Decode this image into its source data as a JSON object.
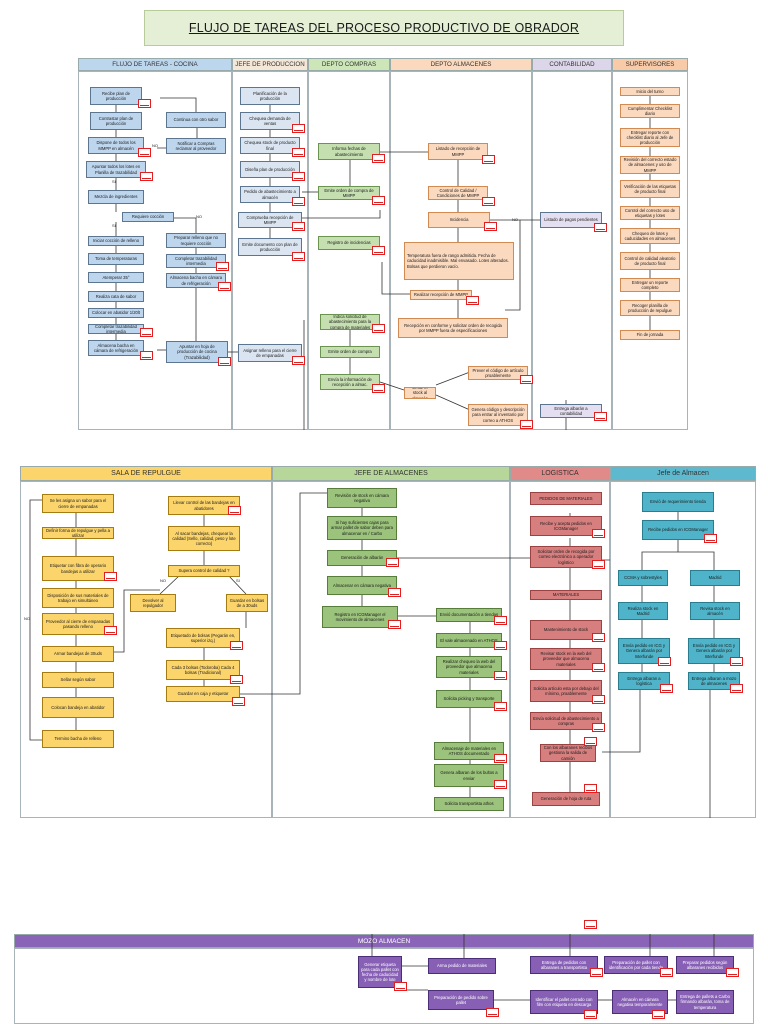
{
  "title": "FLUJO DE TAREAS DEL PROCESO PRODUCTIVO DE OBRADOR",
  "section1": {
    "lanes": [
      "FLUJO DE TAREAS - COCINA",
      "JEFE DE PRODUCCION",
      "DEPTO COMPRAS",
      "DEPTO ALMACENES",
      "CONTABILIDAD",
      "SUPERVISORES"
    ],
    "cocina": [
      "Recibe plan de producción",
      "Contrastar plan de producción",
      "Dispone de todos los MMPP en almacén",
      "Apuntar todos los lotes en Planilla de trazabilidad",
      "Mezcla de ingredientes",
      "Requiere cocción",
      "Iniciar cocción de relleno",
      "Toma de temperaturas",
      "Atemperar 35°",
      "Realiza cata de sabor",
      "Colocar en abatidor 1/20lt",
      "Completar trazabilidad intermedia",
      "Almacena bacha en cámara de refrigeración"
    ],
    "cocina2": [
      "Continua con otro sabor",
      "Notificar a Compras reclamar al proveedor",
      "Preparar relleno que no requiere cocción",
      "Completar trazabilidad intermedia",
      "Almacena bacha en cámara de refrigeración",
      "Apuntar en hoja de producción de cocina (Trazabilidad)"
    ],
    "jefe": [
      "Planificación de la producción",
      "Chequea demanda de ventas",
      "Chequea stock de producto final",
      "Diseña plan de producción",
      "Pedido de abastecimiento a almacén",
      "Comprueba recepción de MMPP",
      "Emite documento con plan de producción",
      "Asignar relleno para el cierre de empanadas"
    ],
    "compras": [
      "Informa fechas de abastecimiento",
      "Emite orden de compra de MMPP",
      "Registro de incidencias",
      "Indica solicitud de abastecimiento para la compra de materiales",
      "Emite orden de compra",
      "Envía la información de recepción a almac."
    ],
    "almacenes": [
      "Listado de recepción de MMPP",
      "Control de Calidad / Condiciones de MMPP",
      "Incidencia",
      "Temperatura fuera de rango admitida. Fecha de caducidad inadmisible. Mal envasado. Lotes alterados. Bolsas que perdieron vacío.",
      "Realizar recepción de MMPP",
      "Recepción en conforme y solicitar orden de recogida por MMPP fuera de especificaciones",
      "Prever el código de artículo proablemente",
      "Emite el stock al almacén",
      "Genera código y descripción para entrar al inventario por correo a ATHOS"
    ],
    "contabilidad": [
      "Listado de pagos pendientes",
      "Entrega albarán a contabilidad"
    ],
    "supervisores": [
      "Inicio del turno",
      "Cumplimentar Checklist diario",
      "Entregar reporte con checklist diario al Jefe de producción",
      "Revisión del correcto estado de almacenes y uso de MMPP",
      "Verificación de las etiquetas de producto final",
      "Control del correcto uso de etiquetas y lotes",
      "Chequeo de lotes y caducidades en almacenes",
      "Control de calidad aleatorio de producto final",
      "Entregar un reporte completo",
      "Recoger planilla de producción de repulgue",
      "Fin de jornada"
    ],
    "labels": [
      "NO",
      "SI",
      "NO",
      "SI",
      "NO"
    ]
  },
  "section2": {
    "lanes": [
      "SALA DE REPULGUE",
      "JEFE DE ALMACENES",
      "LOGISTICA",
      "Jefe de Almacen"
    ],
    "repulgue": [
      "Se les asigna un sabor para el cierre de empanadas",
      "Definir forma de repulgue y pella a utilizar",
      "Etiquetar con fibra de operario bandejas a utilizar",
      "Disposición de sus materiales de trabajo en simultáneo",
      "Proveedor al cierre de empanadas pasando relleno",
      "Armar bandejas de 30uds",
      "Sellar según sabor",
      "Colocan bandeja en abatidor",
      "Termino bacha de relleno"
    ],
    "repulgue2": [
      "Llevar control de las bandejas en abatidores",
      "Al sacar bandejas, chequear la calidad (Sello, calidad, peso y lote correcto)",
      "Supera control de calidad ?",
      "Devolver al repulgador",
      "Guardar en bolsas de a 30uds",
      "Etiquetado de bolsas (Pegarán en, superior izq.)",
      "Cada 3 bolsas (Todoroba) Cada 4 bolsas (Tradicional)",
      "Guardar en caja y etiquetar"
    ],
    "jefealm": [
      "Revisión de stock en cámara negativa",
      "Si hay suficientes cajas para armar pallet de sabor deben para almacenar en / Carbo",
      "Generación de albarán",
      "Almacenar en cámara negativa",
      "Registro en ICGManager el movimiento de almacenes"
    ],
    "jefealm2": [
      "Envió documentación a tiendas",
      "El vale almacenado en ATHOS",
      "Realizar chequeo la web del proveedor que almacena materiales",
      "Solicita picking y transporte",
      "Almacenaje de materiales en ATHOS documentado",
      "Genera albaran de los bultos a enviar",
      "Solicita transportista athos"
    ],
    "logistica": [
      "PEDIDOS DE MATERIALES",
      "Recibe y acepta pedidos en ICGManager",
      "Solicitar orden de recogida por correo electrónico a operador logístico",
      "MATERIALES",
      "Mantenimiento de stock",
      "Revisar stock en la web del proveedor que almacena materiales",
      "Solicita artículo esta por debajo del mínimo, proablemente",
      "Envía solicitud de abastecimiento a compras",
      "Con los albaranes recibos gestiona la salida de camión",
      "Generación de hoja de ruta"
    ],
    "jefealmacen": [
      "Envió de requerimiento tienda",
      "Recibe pedidos en ICGManager",
      "CCMA y sobrestyles",
      "Madrid",
      "Realiza stock en Madrid",
      "Revisa stock en almacén",
      "Envía pedido en ICG y Genera albarán por Interfunde",
      "Envía pedido en ICG y Genera albarán por Interfunde",
      "Entrega albaran a logística",
      "Entrega albaran a mozo de almacenes"
    ],
    "labels": [
      "NO",
      "SI",
      "NO"
    ]
  },
  "section3": {
    "lane": "MOZO ALMACEN",
    "boxes": [
      "Generar etiqueta para cada pallet con fecha de caducidad y nombre de lote",
      "Arma pedido de materiales",
      "Entrega de pedidos con albaranes a transportista",
      "Preparación de pallet con identificación por cada tienda",
      "Preparar pedidos según albaranes recibidos",
      "Preparación de pedido sobre pallet",
      "Identificar el pallet cerrado con film con etiqueta en descarga",
      "Almacén en cámara negativa temporalmente",
      "Entrega de pallets a Carbo firmando albarán, toma de temperatura"
    ]
  }
}
